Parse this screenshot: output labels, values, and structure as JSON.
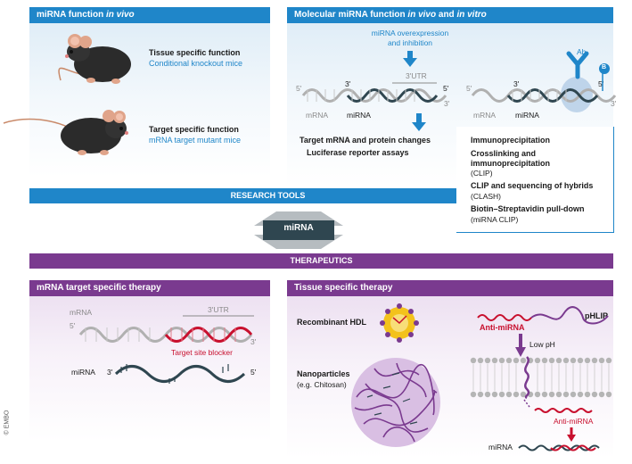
{
  "top_left": {
    "header_prefix": "miRNA function ",
    "header_italic": "in vivo",
    "tissue_title": "Tissue specific function",
    "tissue_sub": "Conditional knockout mice",
    "target_title": "Target specific function",
    "target_sub": "mRNA target mutant mice"
  },
  "top_right": {
    "header_prefix": "Molecular miRNA function ",
    "header_italic1": "in vivo",
    "header_mid": " and ",
    "header_italic2": "in vitro",
    "overexpr_line1": "miRNA overexpression",
    "overexpr_line2": "and inhibition",
    "utr": "3'UTR",
    "five_prime": "5'",
    "three_prime": "3'",
    "mrna": "mRNA",
    "mirna": "miRNA",
    "ab": "Ab",
    "b": "B",
    "result1": "Target mRNA and protein changes",
    "result2": "Luciferase reporter assays",
    "method1_title": "Immunoprecipitation",
    "method2_title1": "Crosslinking and",
    "method2_title2": "immunoprecipitation",
    "method2_sub": "(CLIP)",
    "method3_title": "CLIP and sequencing of hybrids",
    "method3_sub": "(CLASH)",
    "method4_title": "Biotin–Streptavidin pull-down",
    "method4_sub": "(miRNA CLIP)"
  },
  "research_tools": "RESEARCH TOOLS",
  "center_label": "miRNA",
  "therapeutics": "THERAPEUTICS",
  "bottom_left": {
    "header": "mRNA target specific therapy",
    "mrna": "mRNA",
    "five_prime": "5'",
    "three_prime": "3'",
    "utr": "3'UTR",
    "blocker": "Target site blocker",
    "mirna": "miRNA"
  },
  "bottom_right": {
    "header": "Tissue specific therapy",
    "hdl": "Recombinant HDL",
    "nano_title": "Nanoparticles",
    "nano_sub": "(e.g. Chitosan)",
    "phlip": "pHLIP",
    "anti_mirna": "Anti-miRNA",
    "low_ph": "Low pH",
    "anti_mirna2": "Anti-miRNA",
    "mirna": "miRNA"
  },
  "copyright": "© EMBO",
  "colors": {
    "blue": "#1f86c9",
    "purple": "#7a3a8f",
    "dark_teal": "#2f4650",
    "red": "#c8102e",
    "grey": "#a9a9a9"
  }
}
